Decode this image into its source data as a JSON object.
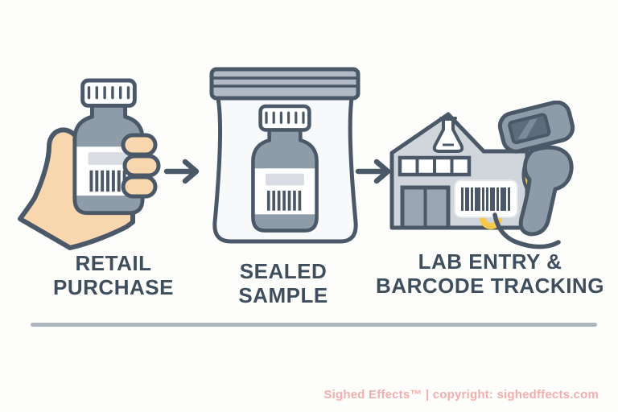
{
  "diagram": {
    "steps": [
      {
        "name": "retail-purchase",
        "line1": "RETAIL",
        "line2": "PURCHASE",
        "icon": "hand-holding-pill-bottle-icon"
      },
      {
        "name": "sealed-sample",
        "line1": "SEALED",
        "line2": "SAMPLE",
        "icon": "ziplock-bag-with-bottle-icon"
      },
      {
        "name": "lab-entry-barcode-tracking",
        "line1": "LAB ENTRY &",
        "line2": "BARCODE TRACKING",
        "icon": "lab-building-with-barcode-scanner-icon"
      }
    ],
    "connector_icon": "right-arrow-icon"
  },
  "footer": {
    "text": "Sighed Effects™ | copyright: sighedffects.com"
  },
  "colors": {
    "outline": "#4A5868",
    "heading_text": "#3F4E5C",
    "bottle_gray": "#8E9BA8",
    "building_gray": "#CFD5DB",
    "door_gray": "#9AA6B2",
    "bag_band_gray": "#B2BBC5",
    "bag_body": "#F8F9FA",
    "label_gray": "#D9DDE3",
    "hand_skin": "#F8D6AE",
    "accent_yellow": "#F6C94B",
    "divider_gray": "#AEB6BF",
    "footer_pink": "#F2AEAC",
    "background": "#FDFDFC"
  }
}
